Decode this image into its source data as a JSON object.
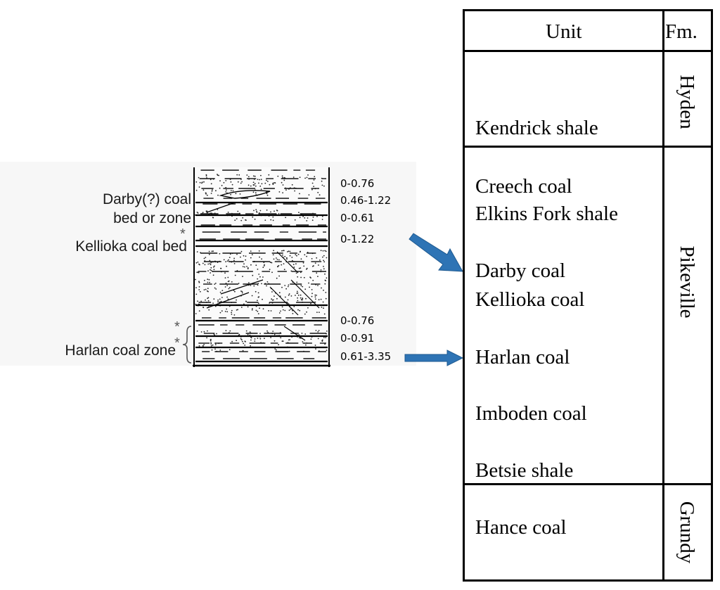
{
  "column": {
    "labels": [
      {
        "text": "Darby(?) coal"
      },
      {
        "text": "bed or zone"
      },
      {
        "text": "Kellioka coal bed"
      },
      {
        "text": "Harlan coal zone"
      }
    ],
    "asterisk": "*",
    "thicknesses": [
      "0-0.76",
      "0.46-1.22",
      "0-0.61",
      "0-1.22",
      "0-0.76",
      "0-0.91",
      "0.61-3.35"
    ]
  },
  "table": {
    "header_unit": "Unit",
    "header_fm": "Fm.",
    "units": [
      "Kendrick shale",
      "Creech coal",
      "Elkins Fork shale",
      "Darby coal",
      "Kellioka coal",
      "Harlan coal",
      "Imboden coal",
      "Betsie shale",
      "Hance coal"
    ],
    "formations": [
      "Hyden",
      "Pikeville",
      "Grundy"
    ]
  },
  "colors": {
    "arrow": "#2e74b5",
    "border": "#000000",
    "panel": "#f7f7f7"
  }
}
